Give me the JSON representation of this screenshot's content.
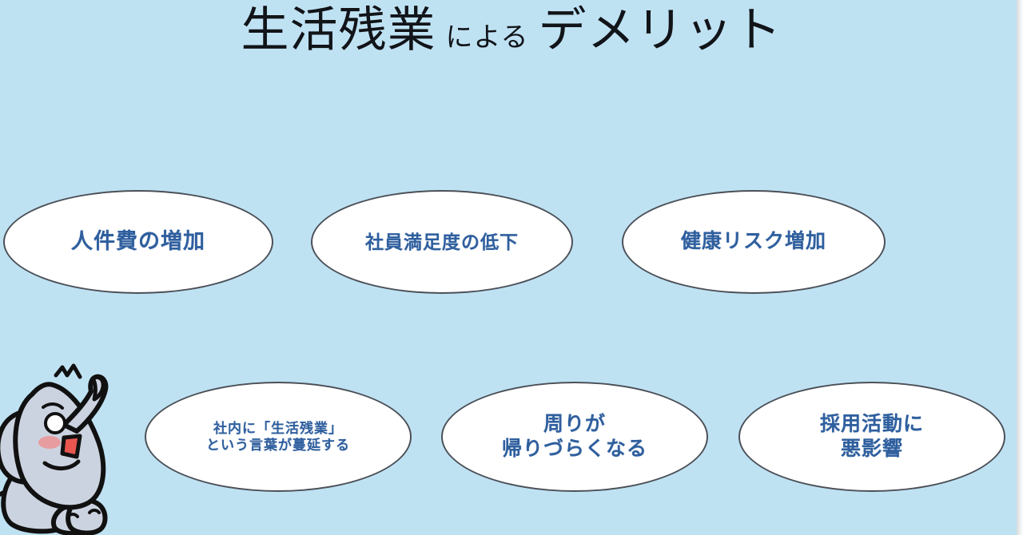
{
  "slide": {
    "background_color": "#bfe2f3",
    "title": {
      "main": "生活残業",
      "middle": "による",
      "end": "デメリット",
      "color": "#111418"
    },
    "bubble_style": {
      "fill": "#ffffff",
      "border_color": "#4b5057",
      "text_color": "#2f5f9e"
    },
    "bubbles": [
      {
        "id": "bubble-1",
        "text": "人件費の増加",
        "row": "top",
        "column": 1
      },
      {
        "id": "bubble-2",
        "text": "社員満足度の低下",
        "row": "top",
        "column": 2
      },
      {
        "id": "bubble-3",
        "text": "健康リスク増加",
        "row": "top",
        "column": 3
      },
      {
        "id": "bubble-4",
        "text": "社内に「生活残業」\nという言葉が蔓延する",
        "row": "bottom",
        "column": 1
      },
      {
        "id": "bubble-5",
        "text": "周りが\n帰りづらくなる",
        "row": "bottom",
        "column": 2
      },
      {
        "id": "bubble-6",
        "text": "採用活動に\n悪影響",
        "row": "bottom",
        "column": 3
      }
    ],
    "mascot": {
      "name": "elephant-mascot",
      "body_color": "#ccd3e0",
      "outline_color": "#111111",
      "blush_color": "#f08a8a",
      "mouth_color": "#e8564f"
    }
  }
}
